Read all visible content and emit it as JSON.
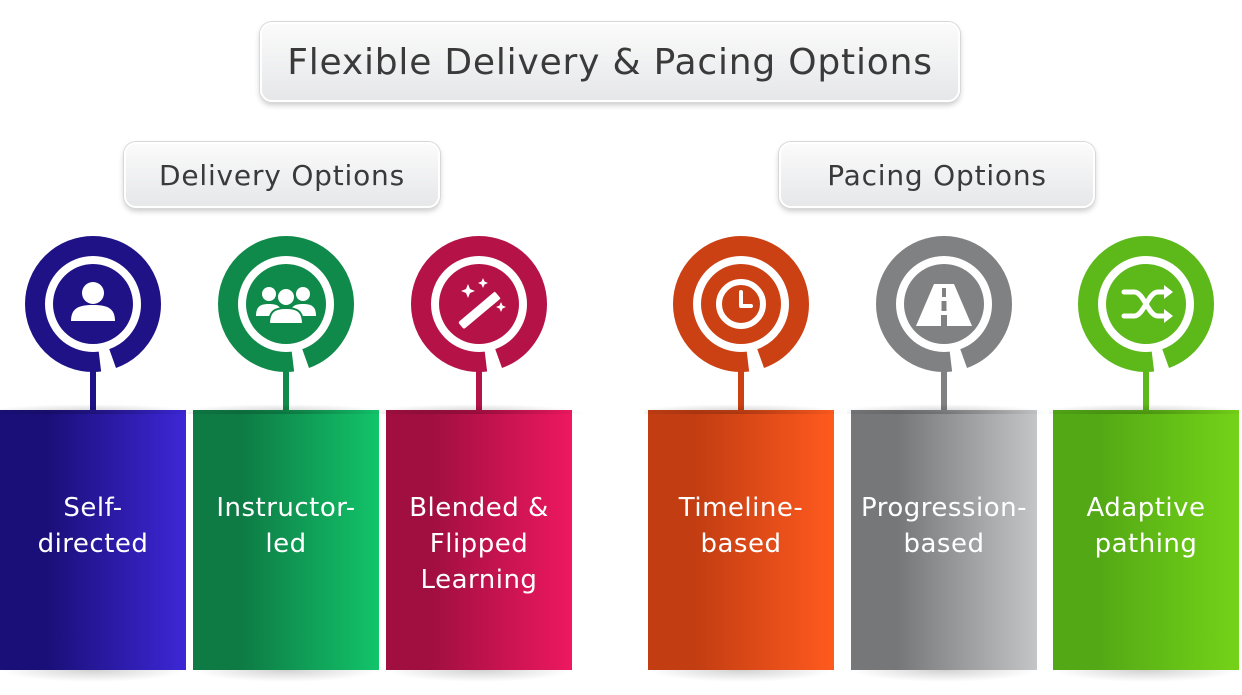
{
  "title": "Flexible Delivery & Pacing Options",
  "sections": {
    "delivery": "Delivery Options",
    "pacing": "Pacing Options"
  },
  "items": [
    {
      "label": "Self-\ndirected",
      "icon": "person-icon",
      "color": "#1f1287",
      "panel_dark": "#1a0f78",
      "panel_light": "#3d27d6"
    },
    {
      "label": "Instructor-\nled",
      "icon": "group-icon",
      "color": "#108a4a",
      "panel_dark": "#0e7a44",
      "panel_light": "#12c46a"
    },
    {
      "label": "Blended &\nFlipped\nLearning",
      "icon": "magic-wand-icon",
      "color": "#b51248",
      "panel_dark": "#a10f40",
      "panel_light": "#ee1860"
    },
    {
      "label": "Timeline-\nbased",
      "icon": "clock-icon",
      "color": "#cc4114",
      "panel_dark": "#c23d12",
      "panel_light": "#ff5a1e"
    },
    {
      "label": "Progression-\nbased",
      "icon": "road-icon",
      "color": "#808182",
      "panel_dark": "#767778",
      "panel_light": "#c4c5c7"
    },
    {
      "label": "Adaptive\npathing",
      "icon": "shuffle-icon",
      "color": "#5db81a",
      "panel_dark": "#53a915",
      "panel_light": "#74d318"
    }
  ]
}
